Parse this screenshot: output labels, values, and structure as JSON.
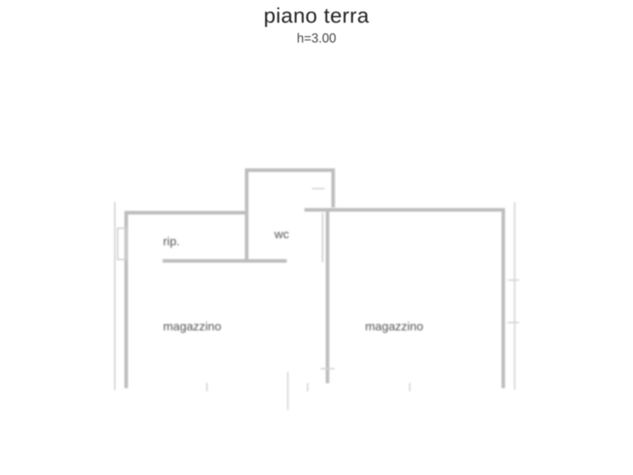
{
  "header": {
    "title": "piano terra",
    "height_note": "h=3.00"
  },
  "rooms": [
    {
      "id": "rip",
      "label": "rip."
    },
    {
      "id": "wc",
      "label": "wc"
    },
    {
      "id": "magazzino-left",
      "label": "magazzino"
    },
    {
      "id": "magazzino-right",
      "label": "magazzino"
    }
  ]
}
